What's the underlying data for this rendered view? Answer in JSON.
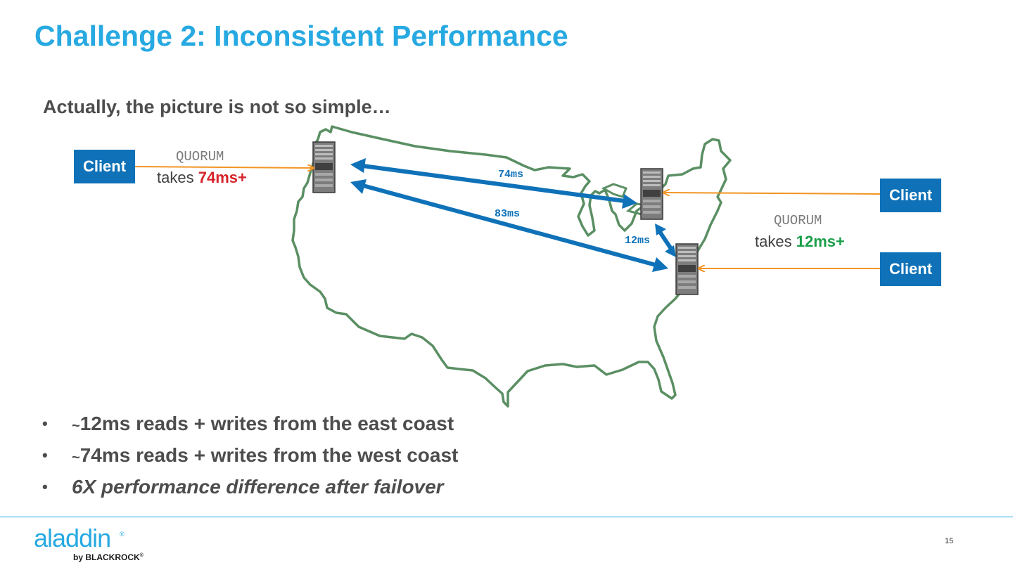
{
  "slide": {
    "title": "Challenge 2: Inconsistent Performance",
    "subtitle": "Actually, the picture is not so simple…",
    "page_number": "15"
  },
  "diagram": {
    "clients": [
      {
        "label": "Client"
      },
      {
        "label": "Client"
      },
      {
        "label": "Client"
      }
    ],
    "west_quorum": {
      "label": "QUORUM",
      "takes": "takes",
      "value": "74ms",
      "plus": "+",
      "value_color": "#d7232a"
    },
    "east_quorum": {
      "label": "QUORUM",
      "takes": "takes",
      "value": "12ms",
      "plus": "+",
      "value_color": "#1aa04a"
    },
    "latencies": {
      "west_to_north": "74ms",
      "west_to_south": "83ms",
      "north_to_south": "12ms"
    },
    "colors": {
      "map_outline": "#5a8f63",
      "link_arrow": "#0f72b8",
      "client_arrow": "#f29423",
      "client_box": "#0f72b8"
    }
  },
  "bullets": [
    {
      "prefix": "~",
      "text": "12ms reads + writes from the east coast"
    },
    {
      "prefix": "~",
      "text": "74ms reads + writes from the west coast"
    },
    {
      "prefix": "",
      "text": "6X performance difference after failover"
    }
  ],
  "footer": {
    "logo": "aladdin",
    "logo_mark": "®",
    "byline": "by BLACKROCK",
    "byline_mark": "®"
  }
}
